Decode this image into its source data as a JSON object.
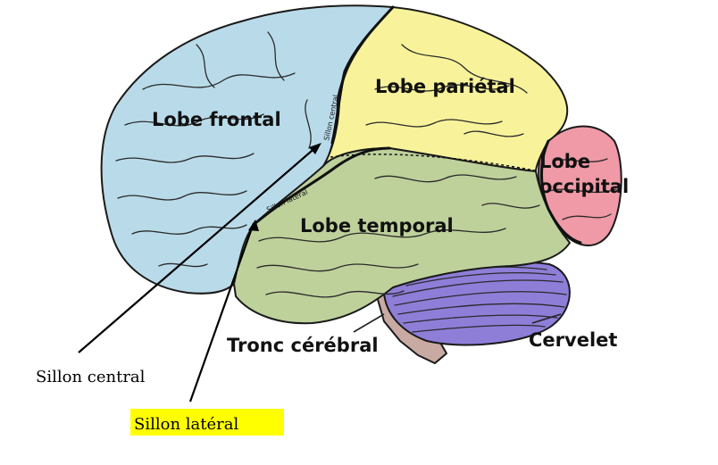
{
  "labels": {
    "frontal": "Lobe frontal",
    "parietal": "Lobe pariétal",
    "occipital_line1": "Lobe",
    "occipital_line2": "occipital",
    "temporal": "Lobe temporal",
    "brainstem": "Tronc cérébral",
    "cerebellum": "Cervelet",
    "central_sulcus_small": "Sillon central",
    "lateral_sulcus_small": "Sillon latéral",
    "central_sulcus_caption": "Sillon central",
    "lateral_sulcus_caption": "Sillon latéral"
  },
  "colors": {
    "frontal": "#b9dbe9",
    "parietal": "#f8f39a",
    "occipital": "#ef9aa6",
    "temporal": "#bed19b",
    "cerebellum": "#8e7ed8",
    "brainstem": "#c9aaa2",
    "highlight": "#ffff00"
  }
}
